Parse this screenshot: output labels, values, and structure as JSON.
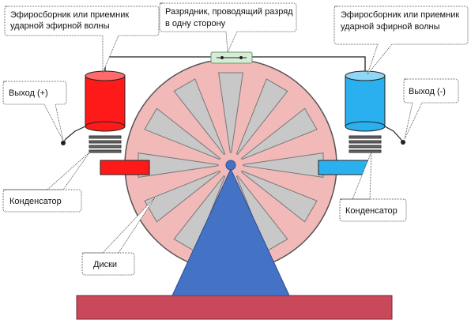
{
  "labels": {
    "collector_left_line1": "Эфиросборник или приемник",
    "collector_left_line2": "ударной эфирной волны",
    "discharger_line1": "Разрядник, проводящий разряд",
    "discharger_line2": "в одну сторону",
    "collector_right_line1": "Эфиросборник или приемник",
    "collector_right_line2": "ударной эфирной волны",
    "output_plus": "Выход (+)",
    "output_minus": "Выход (-)",
    "capacitor_left": "Конденсатор",
    "capacitor_right": "Конденсатор",
    "disks": "Диски"
  },
  "colors": {
    "disk_fill": "#f2b9b9",
    "disk_stroke": "#555555",
    "sector_fill": "#c8c8c8",
    "collector_left": "#ff1a1a",
    "collector_right": "#2ab0ee",
    "stand": "#4472c4",
    "base": "#c9485a",
    "discharger": "#d6ecd6",
    "wire": "#222222",
    "callout_stroke": "#333333"
  },
  "sector_count": 12
}
